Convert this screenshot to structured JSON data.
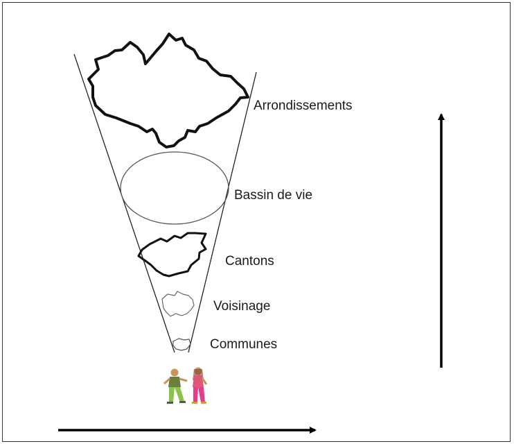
{
  "levels": [
    {
      "key": "arrondissements",
      "label": "Arrondissements"
    },
    {
      "key": "bassin",
      "label": "Bassin de vie"
    },
    {
      "key": "cantons",
      "label": "Cantons"
    },
    {
      "key": "voisinage",
      "label": "Voisinage"
    },
    {
      "key": "communes",
      "label": "Communes"
    }
  ],
  "colors": {
    "outline": "#111111",
    "cone": "#222222",
    "ellipse": "#555555",
    "arrow": "#000000",
    "person_left_shirt": "#6a7f3a",
    "person_left_pants": "#8bc34a",
    "person_right_top": "#e0567a",
    "person_right_pants": "#e23f8a",
    "skin": "#c9935a"
  },
  "icons": [
    "people-icon"
  ]
}
